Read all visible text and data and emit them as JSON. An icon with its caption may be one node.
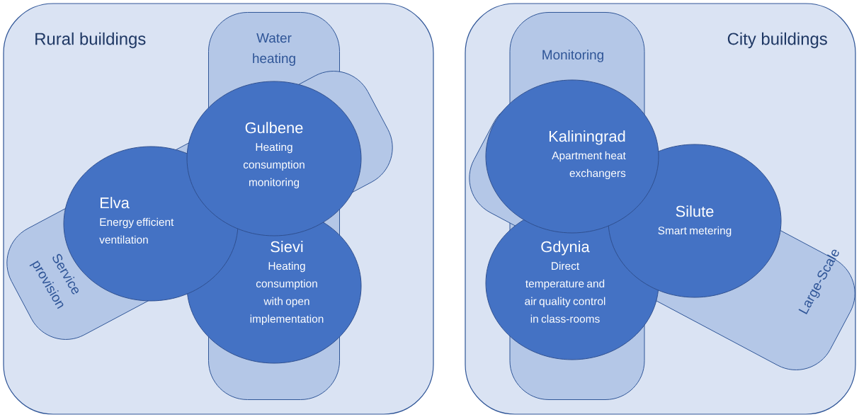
{
  "diagram": {
    "nodes": [
      {
        "text": [
          "Rural buildings"
        ]
      },
      {
        "text": [
          "Water heating"
        ],
        "in": 0
      },
      {
        "text": [
          "Service provision"
        ],
        "in": 0
      },
      {
        "text": [
          "Gulbene",
          "Heating consumption monitoring"
        ],
        "in": 0
      },
      {
        "text": [
          "Elva",
          "Energy efficient ventilation"
        ],
        "in": 0
      },
      {
        "text": [
          "Sievi",
          "Heating consumption with open implementation"
        ],
        "in": 0
      },
      {
        "text": [
          "City buildings"
        ]
      },
      {
        "text": [
          "Monitoring"
        ],
        "in": 6
      },
      {
        "text": [
          "Large-Scale"
        ],
        "in": 6
      },
      {
        "text": [
          "Kaliningrad",
          "Apartment heat exchangers"
        ],
        "in": 6
      },
      {
        "text": [
          "Silute",
          "Smart metering"
        ],
        "in": 6
      },
      {
        "text": [
          "Gdynia",
          "Direct temperature and air quality control in class-rooms"
        ],
        "in": 6
      }
    ]
  }
}
